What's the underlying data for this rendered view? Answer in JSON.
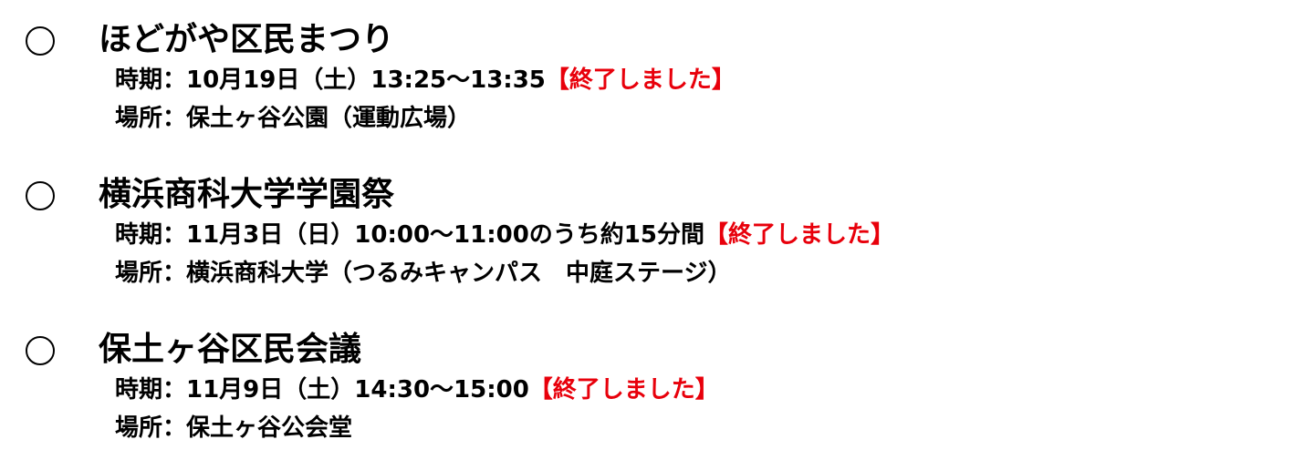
{
  "events": [
    {
      "title": "ほどがや区民まつり",
      "period_line": "時期：10月19日（土）13:25～13:35",
      "place_line": "場所：保土ヶ谷公園（運動広場）",
      "status": "【終了しました】"
    },
    {
      "title": "横浜商科大学学園祭",
      "period_line": "時期：11月3日（日）10:00～11:00のうち約15分間",
      "place_line": "場所：横浜商科大学（つるみキャンパス　中庭ステージ）",
      "status": "【終了しました】"
    },
    {
      "title": "保土ヶ谷区民会議",
      "period_line": "時期：11月9日（土）14:30～15:00",
      "place_line": "場所：保土ヶ谷公会堂",
      "status": "【終了しました】"
    }
  ],
  "colors": {
    "text": "#000000",
    "status": "#e8000b",
    "background": "#ffffff"
  },
  "icons": {
    "bullet": "circle-bullet-icon"
  }
}
